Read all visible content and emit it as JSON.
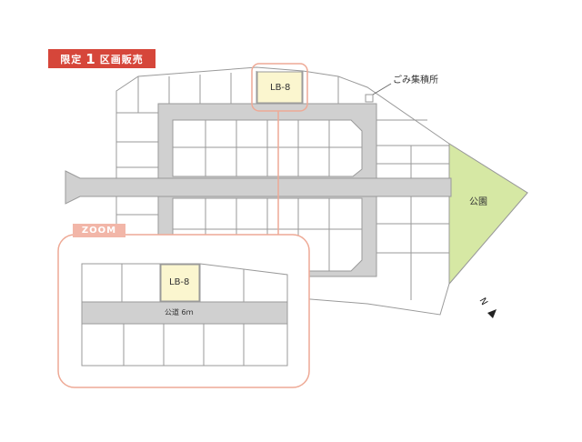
{
  "badge": {
    "prefix": "限定",
    "count": "1",
    "suffix": "区画販売"
  },
  "highlight_lot": "LB-8",
  "labels": {
    "garbage": "ごみ集積所",
    "park": "公園",
    "road": "公道 6ｍ",
    "north": "N",
    "zoom": "ZOOM"
  },
  "colors": {
    "badge": "#d6463a",
    "highlight": "#fbf6cf",
    "park": "#d6e8a4",
    "road": "#d0d0d0",
    "zoom_frame": "#eea995",
    "lot_border": "#9a9a9a"
  }
}
